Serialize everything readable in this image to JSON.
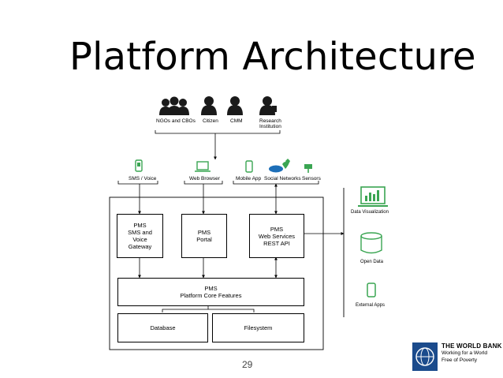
{
  "title": "Platform Architecture",
  "page_number": "29",
  "users": [
    {
      "label": "NGOs and CBOs"
    },
    {
      "label": "Citizen"
    },
    {
      "label": "CMM"
    },
    {
      "label": "Research Institution"
    }
  ],
  "channels": [
    {
      "label": "SMS / Voice"
    },
    {
      "label": "Web Browser"
    },
    {
      "label": "Mobile App"
    },
    {
      "label": "Social Networks"
    },
    {
      "label": "Sensors"
    }
  ],
  "components": {
    "sms_gateway": [
      "PMS",
      "SMS and",
      "Voice",
      "Gateway"
    ],
    "portal": [
      "PMS",
      "Portal"
    ],
    "web_services": [
      "PMS",
      "Web Services",
      "REST API"
    ],
    "core": [
      "PMS",
      "Platform Core Features"
    ],
    "database": "Database",
    "filesystem": "Filesystem"
  },
  "outputs": [
    {
      "label": "Data Visualization"
    },
    {
      "label": "Open Data"
    },
    {
      "label": "External Apps"
    }
  ],
  "logo": {
    "name": "THE WORLD BANK",
    "tagline_1": "Working for a World",
    "tagline_2": "Free of Poverty"
  },
  "colors": {
    "accent_green": "#3aa552",
    "social_blue": "#1d6fb8",
    "logo_blue": "#1b4b8c"
  }
}
